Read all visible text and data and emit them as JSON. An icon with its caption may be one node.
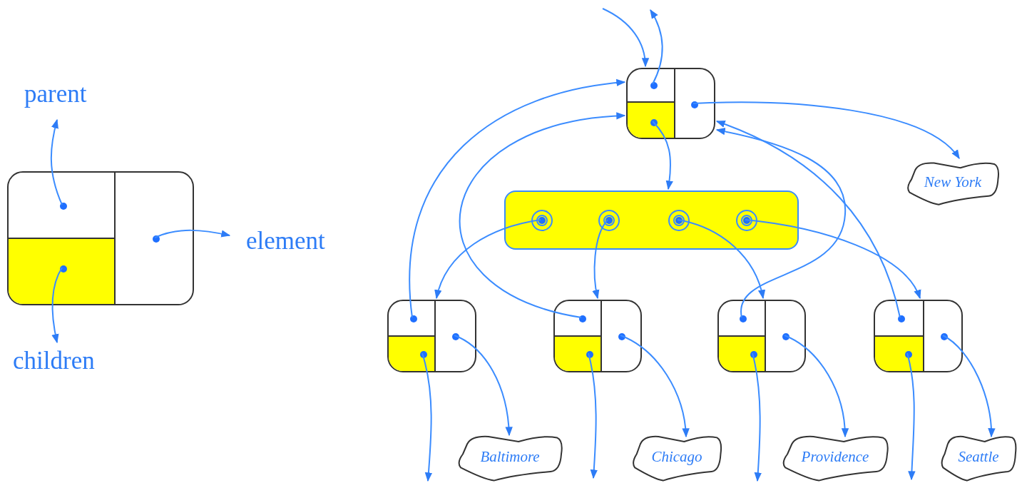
{
  "diagram": {
    "nodes": [
      {
        "text": [],
        "shape": "box"
      },
      {
        "text": [
          "parent"
        ]
      },
      {
        "text": [
          "element"
        ]
      },
      {
        "text": [
          "children"
        ]
      },
      {
        "text": [],
        "shape": "box"
      },
      {
        "text": [],
        "shape": "box"
      },
      {
        "text": [
          "New York"
        ]
      },
      {
        "text": [],
        "shape": "box"
      },
      {
        "text": [],
        "shape": "box"
      },
      {
        "text": [],
        "shape": "box"
      },
      {
        "text": [],
        "shape": "box"
      },
      {
        "text": [
          "Baltimore"
        ]
      },
      {
        "text": [
          "Chicago"
        ]
      },
      {
        "text": [
          "Providence"
        ]
      },
      {
        "text": [
          "Seattle"
        ]
      }
    ],
    "edges": [
      {
        "from": null,
        "to": 4,
        "arrow": "to"
      },
      {
        "from": 4,
        "to": null,
        "arrow": "to"
      },
      {
        "from": 0,
        "to": 1,
        "arrow": "to"
      },
      {
        "from": 0,
        "to": 2,
        "arrow": "to"
      },
      {
        "from": 0,
        "to": 3,
        "arrow": "to"
      },
      {
        "from": 4,
        "to": 5,
        "arrow": "to"
      },
      {
        "from": 4,
        "to": 6,
        "arrow": "to"
      },
      {
        "from": 5,
        "to": 7,
        "arrow": "to"
      },
      {
        "from": 5,
        "to": 8,
        "arrow": "to"
      },
      {
        "from": 5,
        "to": 9,
        "arrow": "to"
      },
      {
        "from": 5,
        "to": 10,
        "arrow": "to"
      },
      {
        "from": 7,
        "to": 4,
        "arrow": "to"
      },
      {
        "from": 8,
        "to": 4,
        "arrow": "to"
      },
      {
        "from": 9,
        "to": 4,
        "arrow": "to"
      },
      {
        "from": 10,
        "to": 4,
        "arrow": "to"
      },
      {
        "from": 7,
        "to": 11,
        "arrow": "to"
      },
      {
        "from": 8,
        "to": 12,
        "arrow": "to"
      },
      {
        "from": 9,
        "to": 13,
        "arrow": "to"
      },
      {
        "from": 10,
        "to": 14,
        "arrow": "to"
      },
      {
        "from": 7,
        "to": null,
        "arrow": "to"
      },
      {
        "from": 8,
        "to": null,
        "arrow": "to"
      },
      {
        "from": 9,
        "to": null,
        "arrow": "to"
      },
      {
        "from": 10,
        "to": null,
        "arrow": "to"
      }
    ]
  }
}
